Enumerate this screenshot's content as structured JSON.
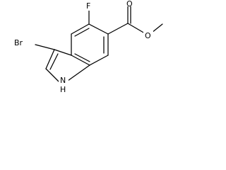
{
  "molecule": {
    "atom_labels": {
      "bromine": "Br",
      "fluorine": "F",
      "carbonyl_oxygen": "O",
      "ester_oxygen": "O",
      "nitrogen": "N",
      "nitrogen_hydrogen": "H"
    },
    "colors": {
      "bonds": "#000000",
      "labels": "#000000",
      "background": "#ffffff"
    }
  }
}
